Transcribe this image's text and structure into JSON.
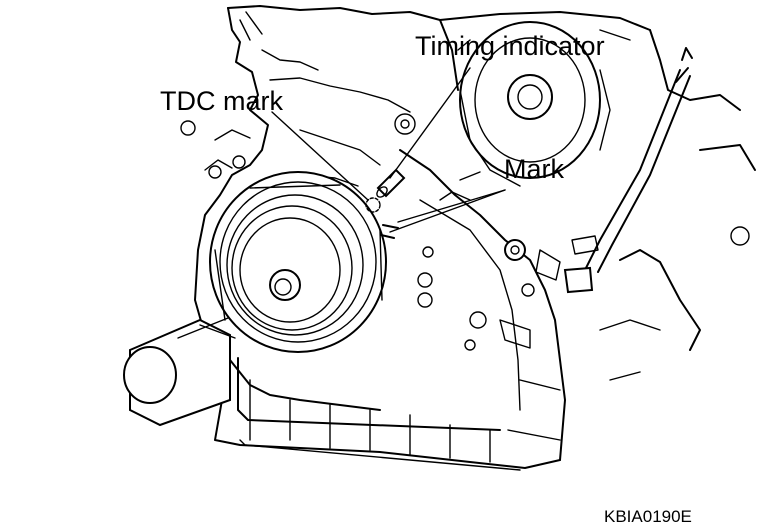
{
  "labels": {
    "timing_indicator": "Timing indicator",
    "tdc_mark": "TDC mark",
    "mark": "Mark",
    "figure_code": "KBIA0190E"
  },
  "colors": {
    "line": "#000000",
    "background": "#ffffff"
  }
}
